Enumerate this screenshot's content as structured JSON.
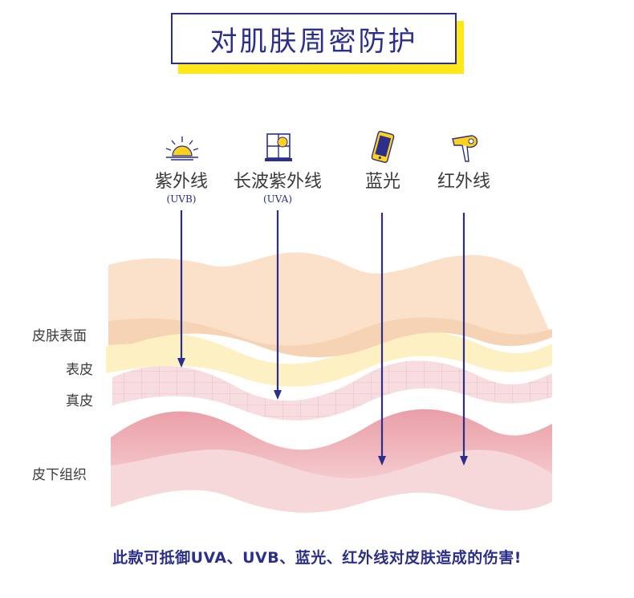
{
  "title": "对肌肤周密防护",
  "rays": [
    {
      "label": "紫外线",
      "sub": "(UVB)",
      "icon": "sun-icon"
    },
    {
      "label": "长波紫外线",
      "sub": "(UVA)",
      "icon": "window-sun-icon"
    },
    {
      "label": "蓝光",
      "sub": "",
      "icon": "phone-icon"
    },
    {
      "label": "红外线",
      "sub": "",
      "icon": "hair-dryer-icon"
    }
  ],
  "layers": [
    {
      "label": "皮肤表面"
    },
    {
      "label": "表皮"
    },
    {
      "label": "真皮"
    },
    {
      "label": "皮下组织"
    }
  ],
  "footer": "此款可抵御UVA、UVB、蓝光、红外线对皮肤造成的伤害!",
  "colors": {
    "accent": "#2b2e8a",
    "highlight": "#ffe81a",
    "surface": "#fbe3cf",
    "epidermis": "#fdf0c0",
    "dermis": "#f6d8dc",
    "subcutaneous": "#f3c7cc"
  }
}
